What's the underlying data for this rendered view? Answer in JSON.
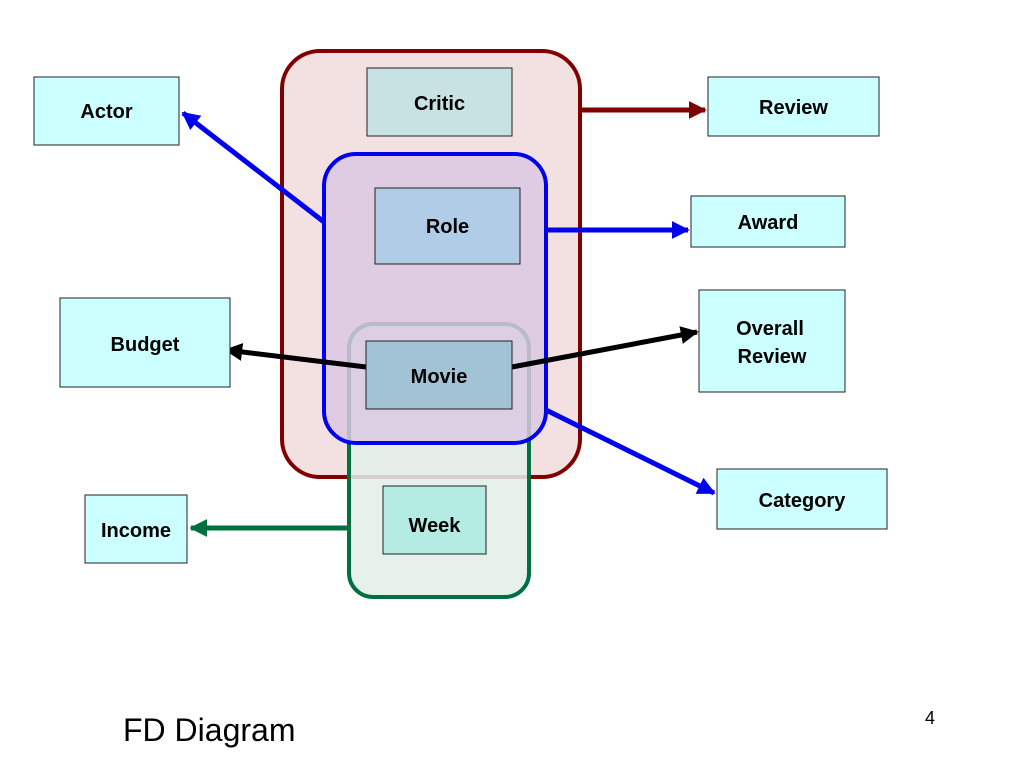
{
  "diagram": {
    "group_labels": {},
    "nodes": {
      "actor": "Actor",
      "critic": "Critic",
      "review": "Review",
      "role": "Role",
      "award": "Award",
      "budget": "Budget",
      "movie": "Movie",
      "overall_review_line1": "Overall",
      "overall_review_line2": "Review",
      "category": "Category",
      "income": "Income",
      "week": "Week"
    },
    "colors": {
      "critic_group_border": "#800000",
      "critic_group_fill": "#f3e1e2",
      "role_group_border": "#0000ee",
      "role_group_fill": "#dac8e2",
      "week_group_border": "#007040",
      "week_group_fill": "#e2efe9",
      "attribute_box_fill": "#ccffff",
      "critic_box_fill": "#c8e2e4",
      "role_box_fill": "#b0cce6",
      "movie_box_fill": "#a2c3d6",
      "week_box_fill": "#b4ece4",
      "arrow_red": "#800000",
      "arrow_blue": "#0000ee",
      "arrow_black": "#000000",
      "arrow_green": "#007040"
    }
  },
  "footer": {
    "title": "FD Diagram",
    "page_number": "4"
  }
}
